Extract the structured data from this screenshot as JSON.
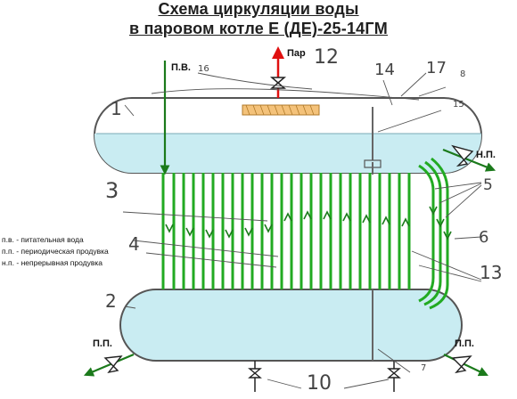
{
  "title": {
    "line1": "Схема циркуляции воды",
    "line2": "в паровом котле Е (ДЕ)-25-14ГМ"
  },
  "labels": {
    "steam": "Пар",
    "feed_water": "П.В.",
    "continuous_blowdown": "Н.П.",
    "periodic_blowdown_left": "П.П.",
    "periodic_blowdown_right": "П.П."
  },
  "legend": [
    "п.в. - питательная вода",
    "п.п. - периодическая продувка",
    "н.п. - непрерывная продувка"
  ],
  "callouts": {
    "n1": "1",
    "n2": "2",
    "n3": "3",
    "n4": "4",
    "n5": "5",
    "n6": "6",
    "n7": "7",
    "n8": "8",
    "n10": "10",
    "n12": "12",
    "n13": "13",
    "n14": "14",
    "n15": "15",
    "n16": "16",
    "n17": "17"
  },
  "colors": {
    "water": "#c9ecf2",
    "tubes": "#22aa22",
    "arrows": "#1b7a1b",
    "steam_arrow": "#e01010",
    "outline": "#555555"
  }
}
